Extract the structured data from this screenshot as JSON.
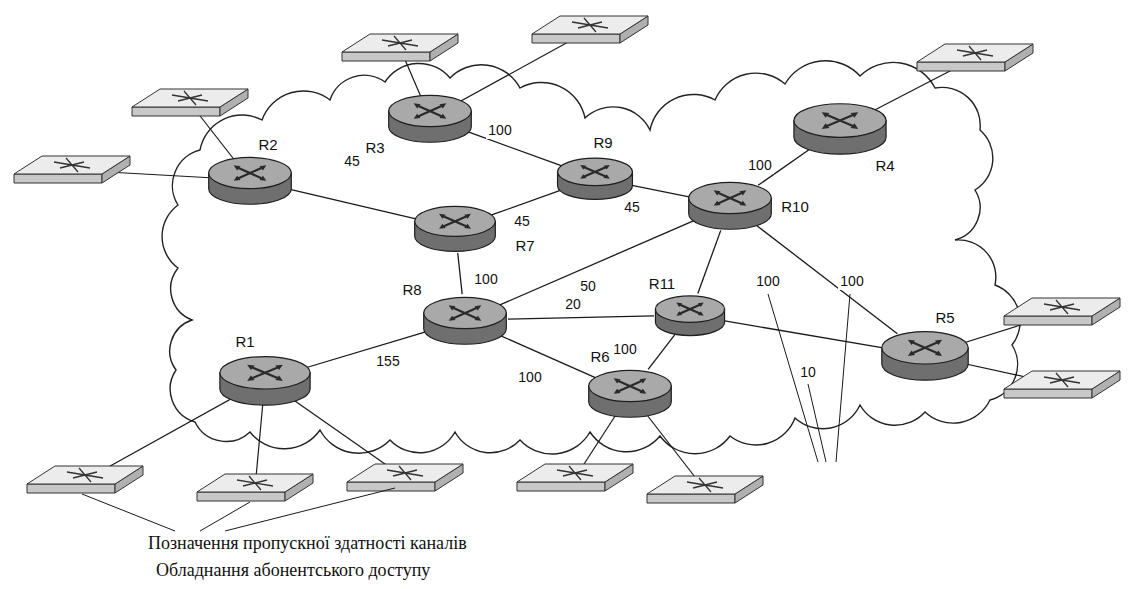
{
  "diagram": {
    "nodes": [
      {
        "text": [
          "R1"
        ]
      },
      {
        "text": [
          "R2"
        ]
      },
      {
        "text": [
          "R3"
        ]
      },
      {
        "text": [
          "R4"
        ]
      },
      {
        "text": [
          "R5"
        ]
      },
      {
        "text": [
          "R6"
        ]
      },
      {
        "text": [
          "R7"
        ]
      },
      {
        "text": [
          "R8"
        ]
      },
      {
        "text": [
          "R9"
        ]
      },
      {
        "text": [
          "R10"
        ]
      },
      {
        "text": [
          "R11"
        ]
      }
    ],
    "edges": [
      {
        "from": 2,
        "to": 8,
        "arrow": "none",
        "label": "100"
      },
      {
        "from": 1,
        "to": 6,
        "arrow": "none",
        "label": "45"
      },
      {
        "from": 6,
        "to": 8,
        "arrow": "none",
        "label": "45"
      },
      {
        "from": 8,
        "to": 9,
        "arrow": "none",
        "label": "45"
      },
      {
        "from": 9,
        "to": 3,
        "arrow": "none",
        "label": "100"
      },
      {
        "from": 6,
        "to": 7,
        "arrow": "none",
        "label": "100"
      },
      {
        "from": 7,
        "to": 9,
        "arrow": "none",
        "label": "50"
      },
      {
        "from": 7,
        "to": 10,
        "arrow": "none",
        "label": "20"
      },
      {
        "from": 7,
        "to": 0,
        "arrow": "none",
        "label": "155"
      },
      {
        "from": 7,
        "to": 5,
        "arrow": "none",
        "label": "100"
      },
      {
        "from": 10,
        "to": 5,
        "arrow": "none",
        "label": "100"
      },
      {
        "from": 9,
        "to": 10,
        "arrow": "none",
        "label": "100"
      },
      {
        "from": 9,
        "to": 4,
        "arrow": "none",
        "label": "100"
      },
      {
        "from": 10,
        "to": 4,
        "arrow": "none",
        "label": "10"
      }
    ],
    "labels": [
      "Позначення пропускної здатності каналів",
      "Обладнання абонентського доступу"
    ]
  }
}
